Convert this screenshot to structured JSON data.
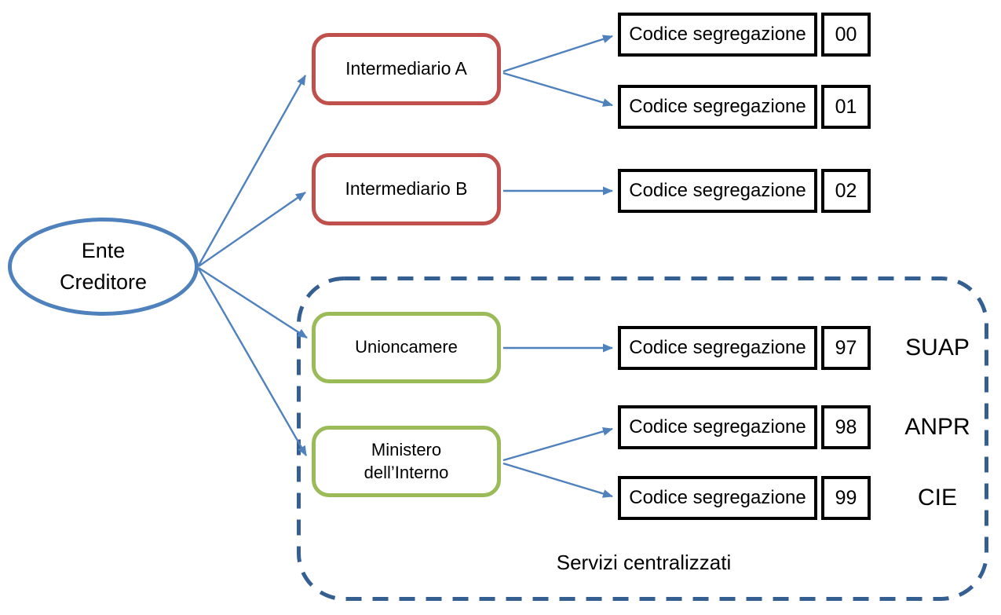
{
  "diagram": {
    "root": {
      "label": "Ente Creditore"
    },
    "intermediaries": [
      {
        "label": "Intermediario A"
      },
      {
        "label": "Intermediario B"
      }
    ],
    "centralized_container": {
      "title": "Servizi centralizzati",
      "nodes": [
        {
          "label": "Unioncamere"
        },
        {
          "label": "Ministero dell’Interno"
        }
      ]
    },
    "segregation_rows": [
      {
        "label": "Codice segregazione",
        "code": "00"
      },
      {
        "label": "Codice segregazione",
        "code": "01"
      },
      {
        "label": "Codice segregazione",
        "code": "02"
      },
      {
        "label": "Codice segregazione",
        "code": "97"
      },
      {
        "label": "Codice segregazione",
        "code": "98"
      },
      {
        "label": "Codice segregazione",
        "code": "99"
      }
    ],
    "service_labels": [
      "SUAP",
      "ANPR",
      "CIE"
    ],
    "edges": [
      {
        "from": "ente-creditore",
        "to": "intermediario-a"
      },
      {
        "from": "ente-creditore",
        "to": "intermediario-b"
      },
      {
        "from": "ente-creditore",
        "to": "unioncamere"
      },
      {
        "from": "ente-creditore",
        "to": "ministero-interno"
      },
      {
        "from": "intermediario-a",
        "to": "codice-00"
      },
      {
        "from": "intermediario-a",
        "to": "codice-01"
      },
      {
        "from": "intermediario-b",
        "to": "codice-02"
      },
      {
        "from": "unioncamere",
        "to": "codice-97"
      },
      {
        "from": "ministero-interno",
        "to": "codice-98"
      },
      {
        "from": "ministero-interno",
        "to": "codice-99"
      }
    ],
    "colors": {
      "arrow_blue": "#4f81bd",
      "ellipse_blue": "#4f81bd",
      "intermediary_red": "#c0504d",
      "centralized_green": "#9bbb59",
      "container_dashed_navy": "#365f91",
      "box_black": "#000000"
    }
  }
}
